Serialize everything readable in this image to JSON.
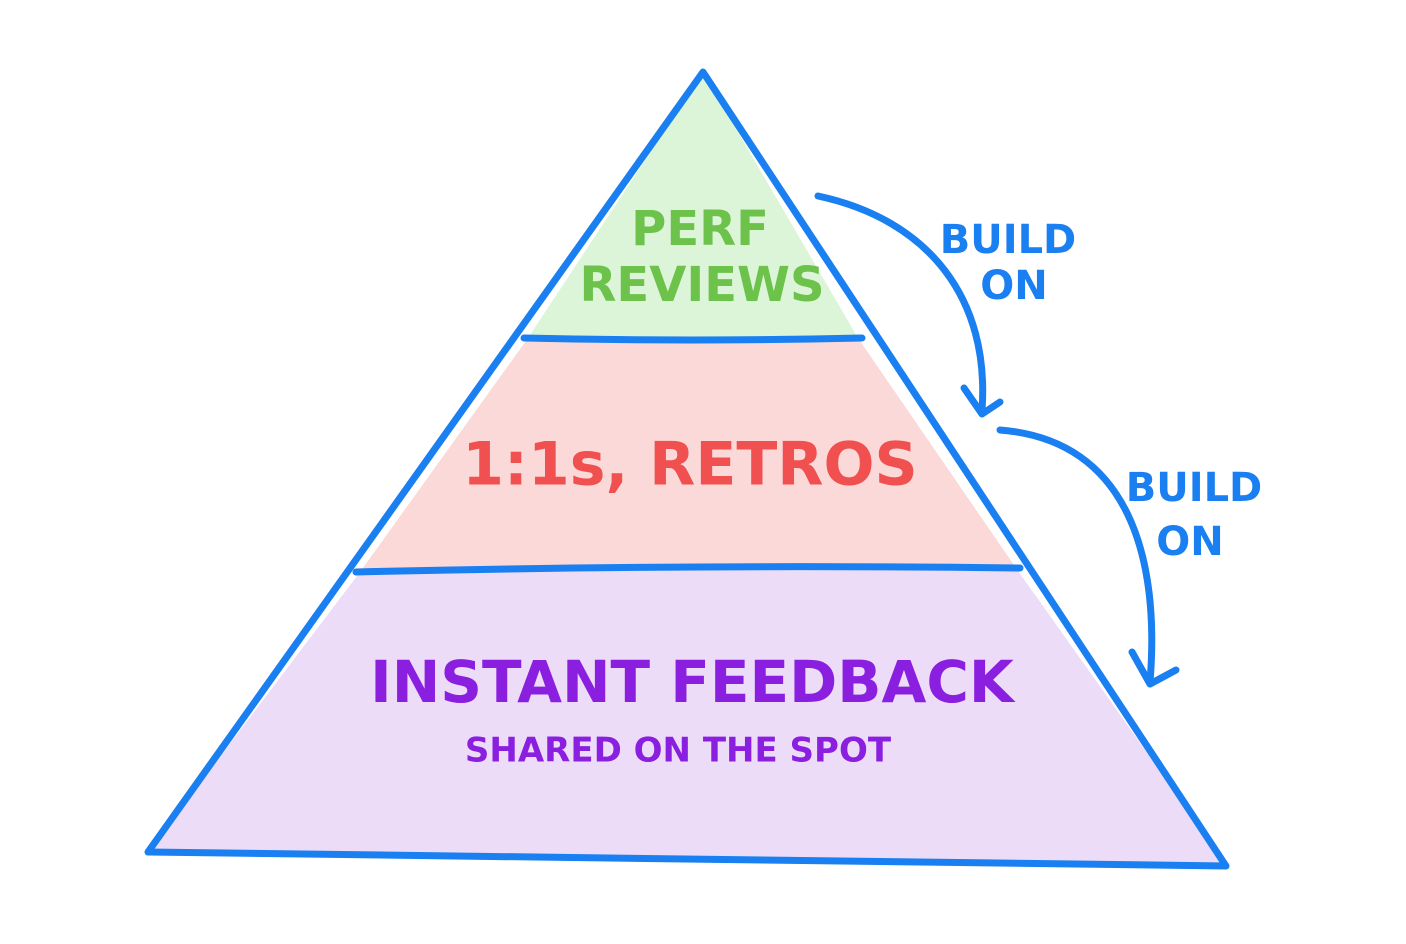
{
  "diagram": {
    "tiers": [
      {
        "lines": [
          "PERF",
          "REVIEWS"
        ],
        "color": "#6cc24a",
        "fill": "#dcf5d9"
      },
      {
        "lines": [
          "1:1s, RETROS"
        ],
        "color": "#f0504f",
        "fill": "#fbd9d9"
      },
      {
        "lines": [
          "INSTANT FEEDBACK"
        ],
        "sublabel": "SHARED ON THE SPOT",
        "color": "#8a1fe0",
        "fill": "#ecdcf7"
      }
    ],
    "arrows": [
      {
        "lines": [
          "BUILD",
          "ON"
        ]
      },
      {
        "lines": [
          "BUILD",
          "ON"
        ]
      }
    ],
    "outline_color": "#1a7ff0"
  }
}
